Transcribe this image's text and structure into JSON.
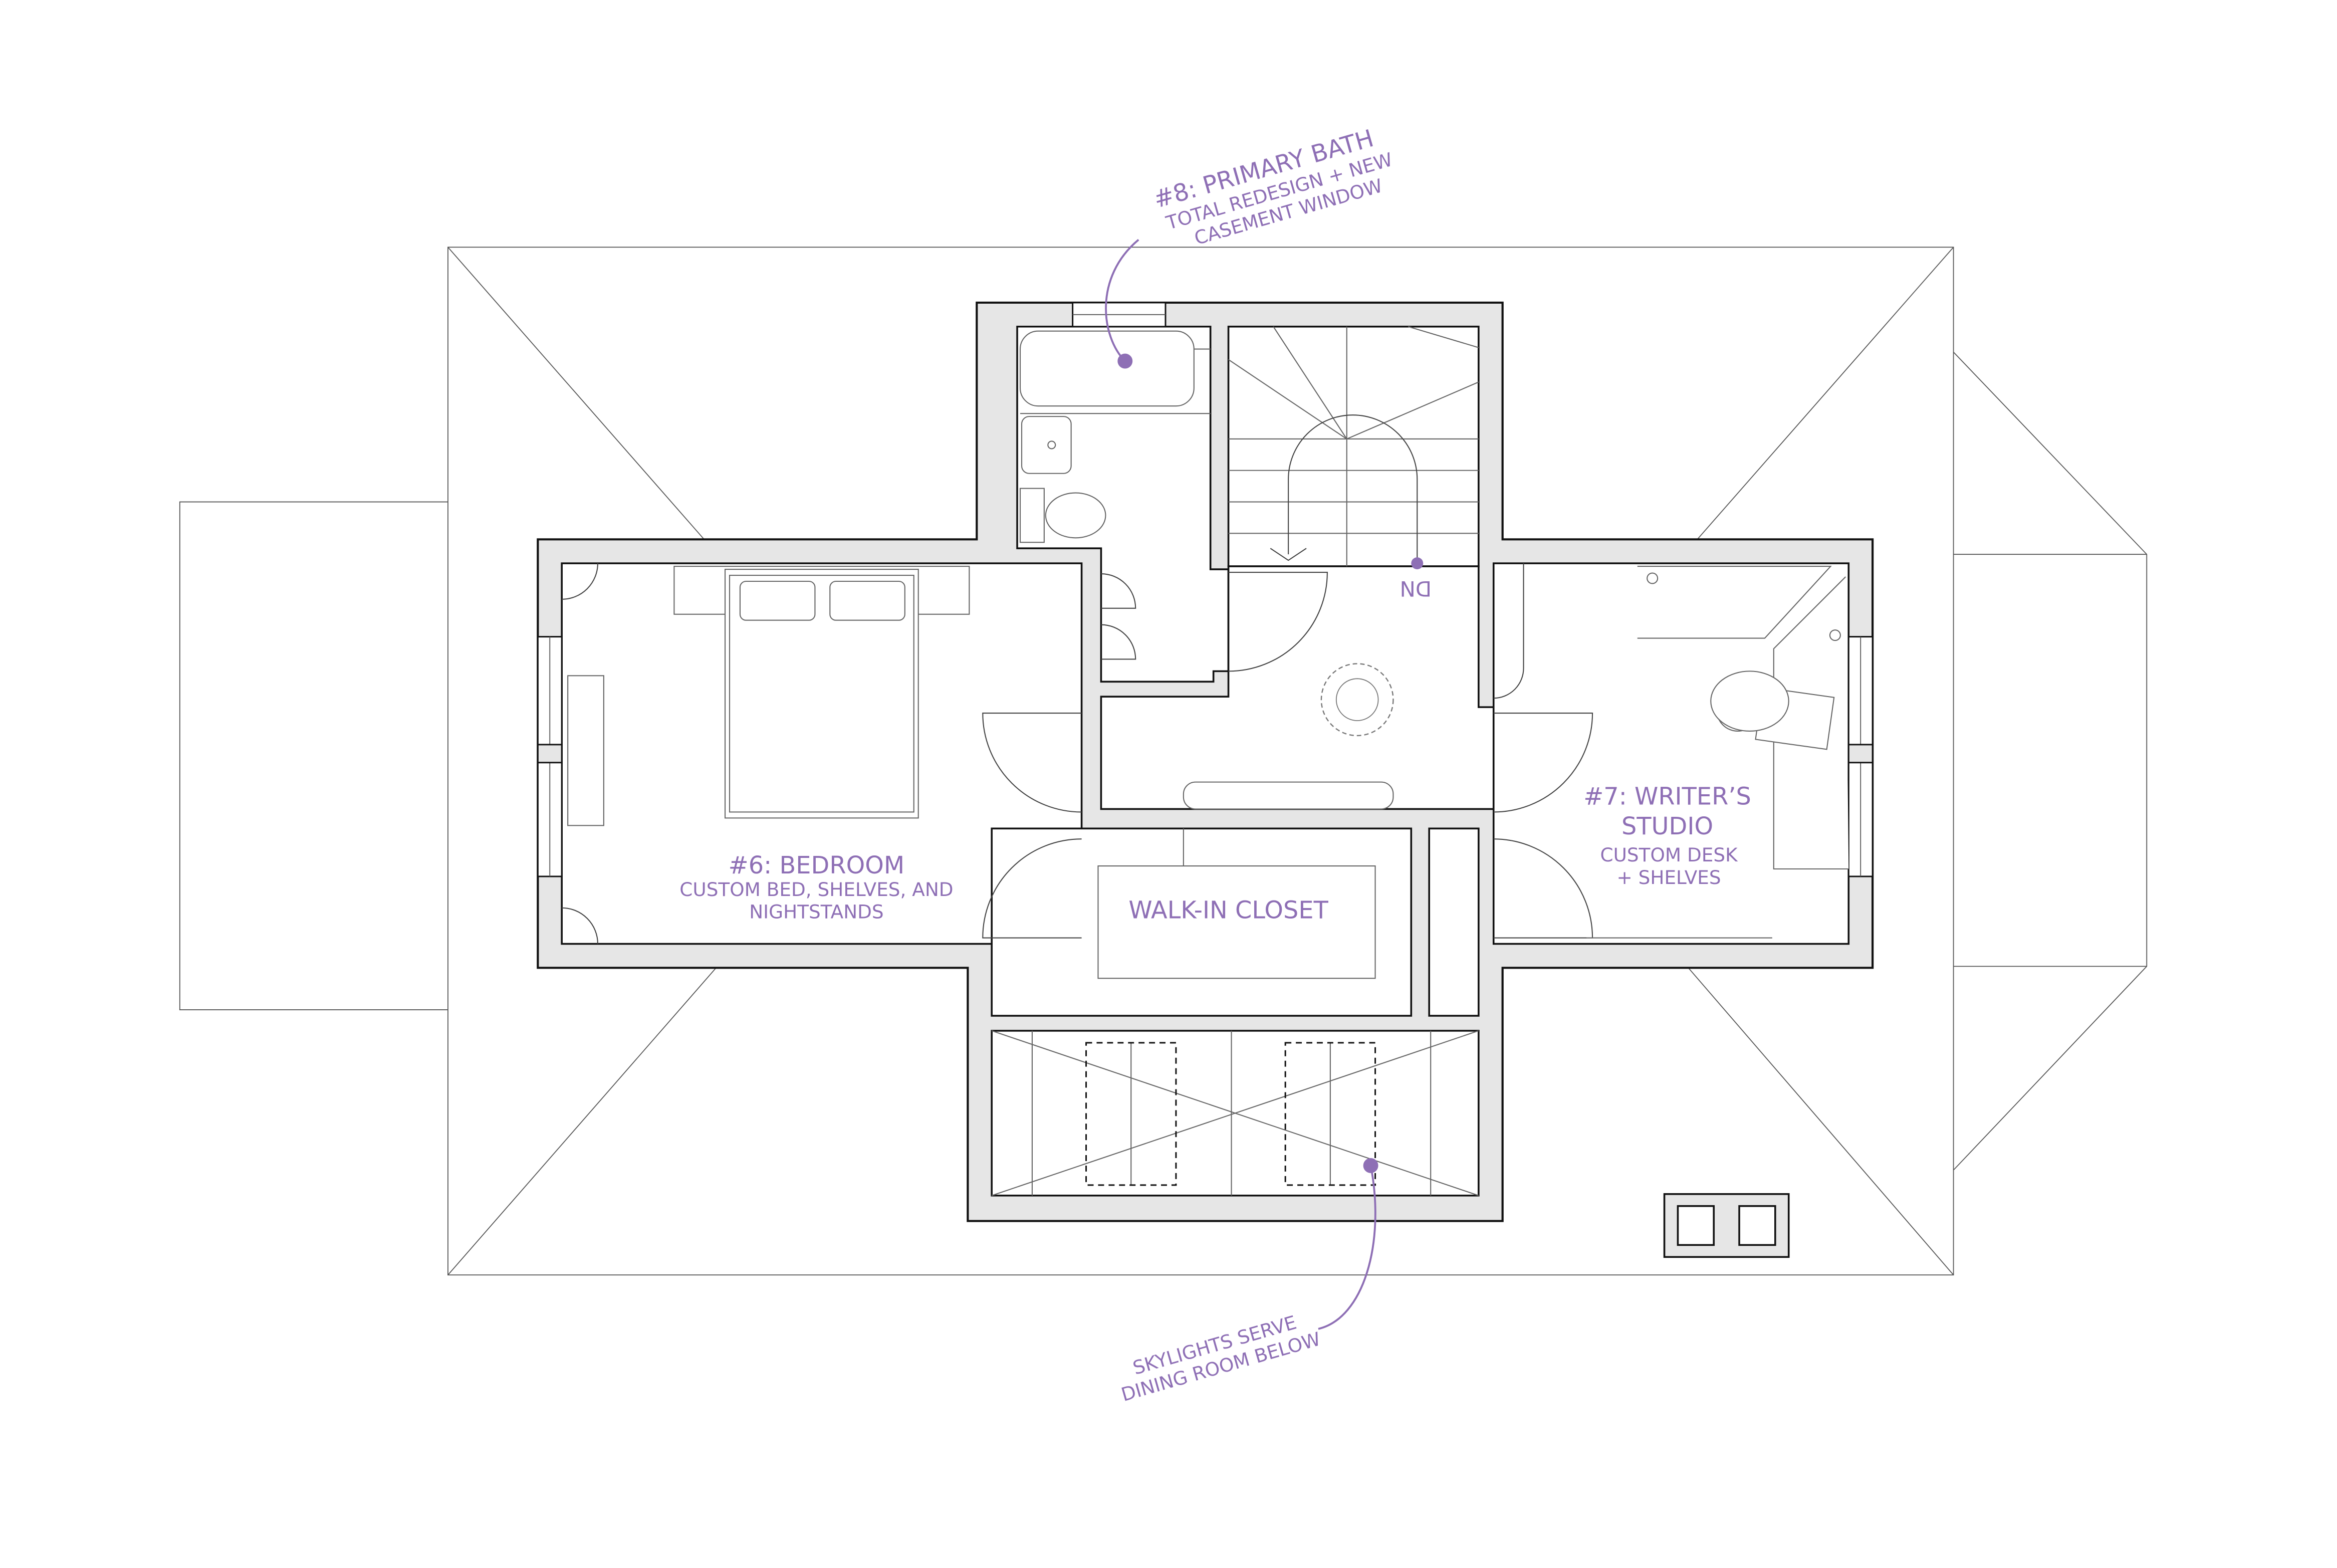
{
  "plan": {
    "accent_color": "#8e6fb5",
    "rooms": {
      "bath": {
        "title": "#8: PRIMARY BATH",
        "line1": "TOTAL REDESIGN + NEW",
        "line2": "CASEMENT WINDOW"
      },
      "bedroom": {
        "title": "#6: BEDROOM",
        "line1": "CUSTOM BED, SHELVES, AND",
        "line2": "NIGHTSTANDS"
      },
      "studio": {
        "title1": "#7: WRITER’S",
        "title2": "STUDIO",
        "line1": "CUSTOM DESK",
        "line2": "+ SHELVES"
      },
      "closet": {
        "title": "WALK-IN CLOSET"
      },
      "stair": {
        "label": "DN"
      },
      "skylights": {
        "line1": "SKYLIGHTS SERVE",
        "line2": "DINING ROOM BELOW"
      }
    }
  }
}
